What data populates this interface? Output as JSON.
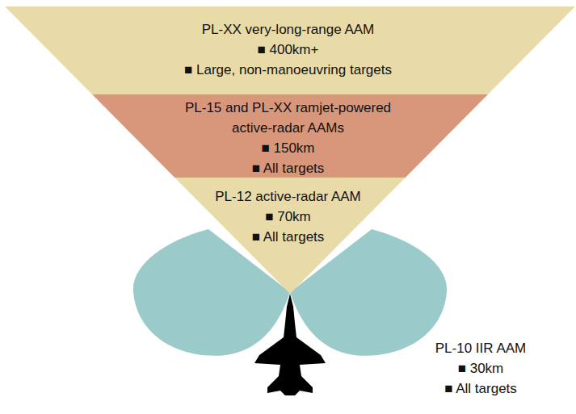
{
  "diagram": {
    "nodes": [
      {
        "text": [
          "PL-XX very-long-range AAM",
          "■ 400km+",
          "■ Large, non-manoeuvring targets"
        ]
      },
      {
        "text": [
          "PL-15 and PL-XX ramjet-powered active-radar AAMs",
          "■ 150km",
          "■ All targets"
        ]
      },
      {
        "text": [
          "PL-12 active-radar AAM",
          "■ 70km",
          "■ All targets"
        ]
      }
    ],
    "labels": [
      "PL-10 IIR AAM",
      "■ 30km",
      "■ All targets"
    ]
  }
}
